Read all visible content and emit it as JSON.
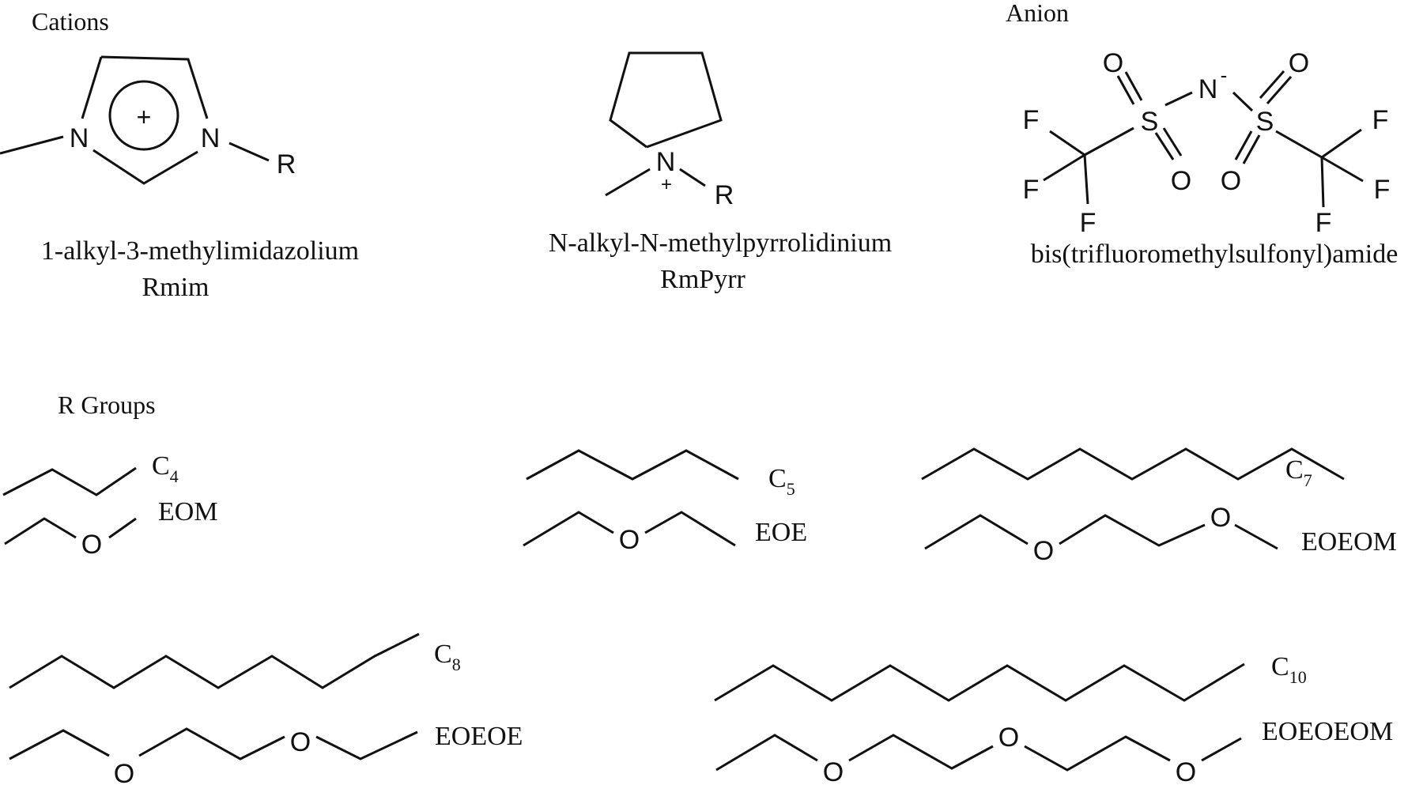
{
  "headings": {
    "cations": "Cations",
    "anion": "Anion",
    "r_groups": "R Groups"
  },
  "imidazolium": {
    "name": "1-alkyl-3-methylimidazolium",
    "abbrev": "Rmim",
    "atom_n1": "N",
    "atom_n2": "N",
    "atom_r": "R",
    "charge": "+"
  },
  "pyrrolidinium": {
    "name": "N-alkyl-N-methylpyrrolidinium",
    "abbrev": "RmPyrr",
    "atom_n": "N",
    "atom_r": "R",
    "charge": "+"
  },
  "anion": {
    "name": "bis(trifluoromethylsulfonyl)amide",
    "atom_n": "N",
    "charge": "-",
    "atom_s": "S",
    "atom_o": "O",
    "atom_f": "F"
  },
  "r_groups": {
    "c4": {
      "base": "C",
      "sub": "4"
    },
    "c5": {
      "base": "C",
      "sub": "5"
    },
    "c7": {
      "base": "C",
      "sub": "7"
    },
    "c8": {
      "base": "C",
      "sub": "8"
    },
    "c10": {
      "base": "C",
      "sub": "10"
    },
    "eom": "EOM",
    "eoe": "EOE",
    "eoeom": "EOEOM",
    "eoeoe": "EOEOE",
    "eoeoeom": "EOEOEOM",
    "oxygen": "O"
  }
}
